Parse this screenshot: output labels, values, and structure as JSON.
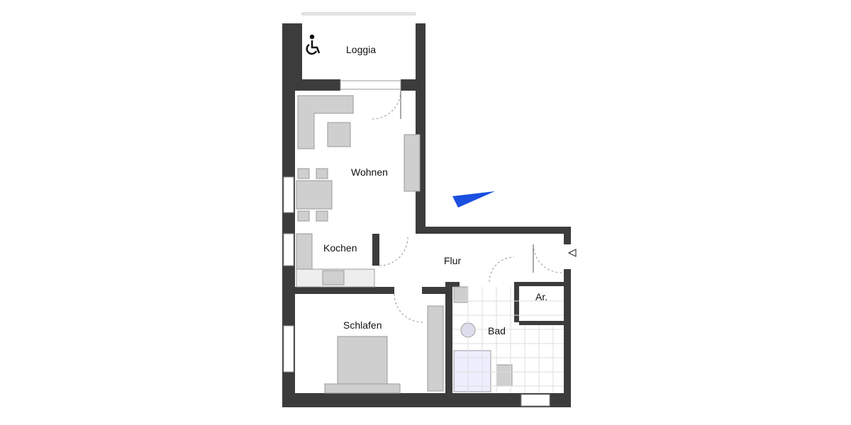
{
  "rooms": {
    "loggia": "Loggia",
    "wohnen": "Wohnen",
    "kochen": "Kochen",
    "flur": "Flur",
    "schlafen": "Schlafen",
    "bad": "Bad",
    "abstellraum": "Ar."
  },
  "colors": {
    "wall": "#3c3c3c",
    "furniture": "#c8c8c8",
    "north_arrow": "#1a4fe0"
  },
  "icons": [
    "wheelchair-icon",
    "north-arrow-icon",
    "entrance-arrow-icon"
  ]
}
